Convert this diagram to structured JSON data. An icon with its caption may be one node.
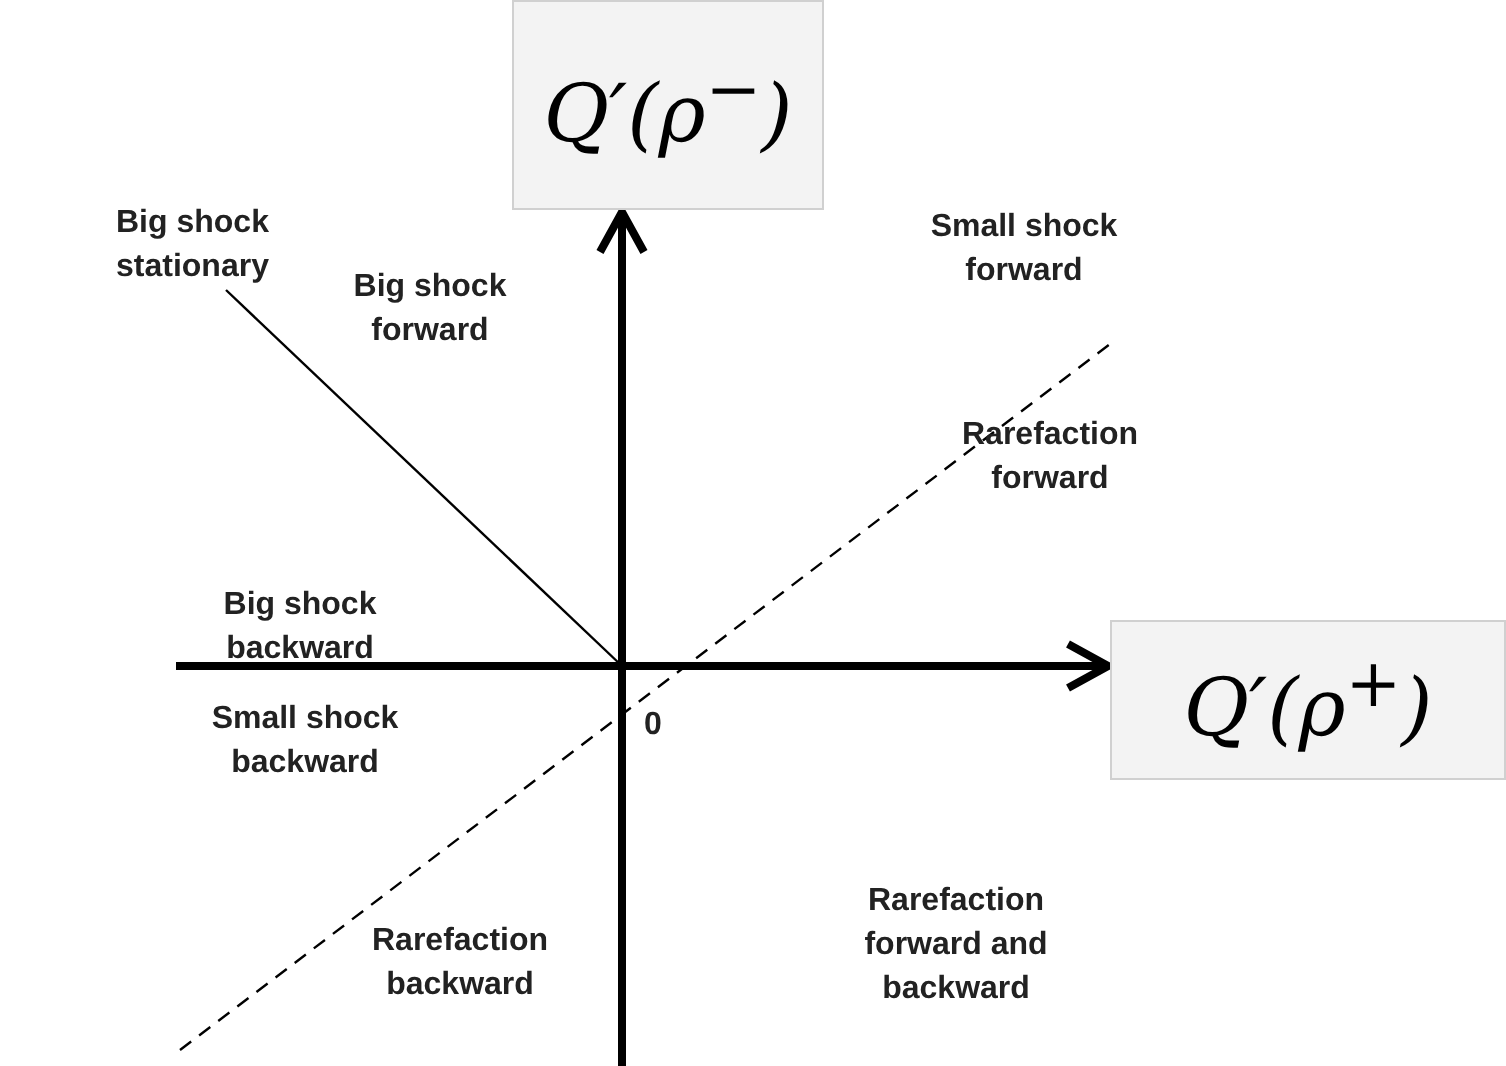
{
  "diagram": {
    "nodes": [
      {
        "text": [
          "Q′(ρ$^{−}$)"
        ]
      },
      {
        "text": [
          "Q′(ρ$^{+}$)"
        ]
      }
    ],
    "edges": [
      {
        "from": null,
        "to": 0,
        "arrow": "to"
      },
      {
        "from": null,
        "to": 1,
        "arrow": "to"
      }
    ],
    "labels": [
      "Big shock stationary",
      "Big shock forward",
      "Small shock forward",
      "Rarefaction forward",
      "Big shock backward",
      "Small shock backward",
      "0",
      "Rarefaction backward",
      "Rarefaction forward and backward"
    ]
  }
}
